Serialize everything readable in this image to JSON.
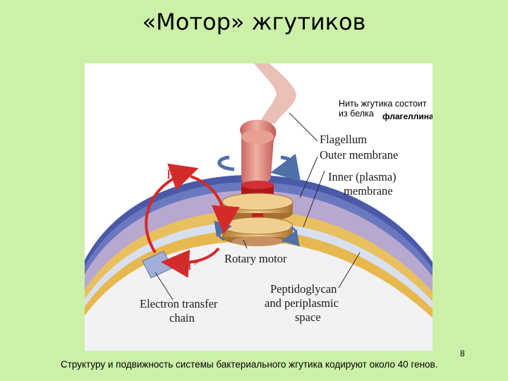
{
  "slide": {
    "title": "«Мотор» жгутиков",
    "note_line1": "Нить жгутика состоит из белка",
    "note_line2": "флагеллина",
    "caption": "Структуру и подвижность системы бактериального жгутика кодируют около 40 генов.",
    "page_number": "8"
  },
  "diagram": {
    "labels": {
      "flagellum": "Flagellum",
      "outer_membrane": "Outer membrane",
      "inner_membrane_line1": "Inner (plasma)",
      "inner_membrane_line2": "membrane",
      "rotary_motor": "Rotary motor",
      "peptidoglycan_line1": "Peptidoglycan",
      "peptidoglycan_line2": "and periplasmic",
      "peptidoglycan_line3": "space",
      "electron_line1": "Electron transfer",
      "electron_line2": "chain",
      "h_plus_top": "H⁺",
      "h_plus_bottom": "H⁺"
    },
    "colors": {
      "background": "#ccf0a8",
      "proton_arrow": "#d42a2a",
      "outer_membrane": "#4a5aa8",
      "periplasm": "#a898c8",
      "peptidoglycan": "#e8c060",
      "flagellum": "#e8a090"
    }
  }
}
